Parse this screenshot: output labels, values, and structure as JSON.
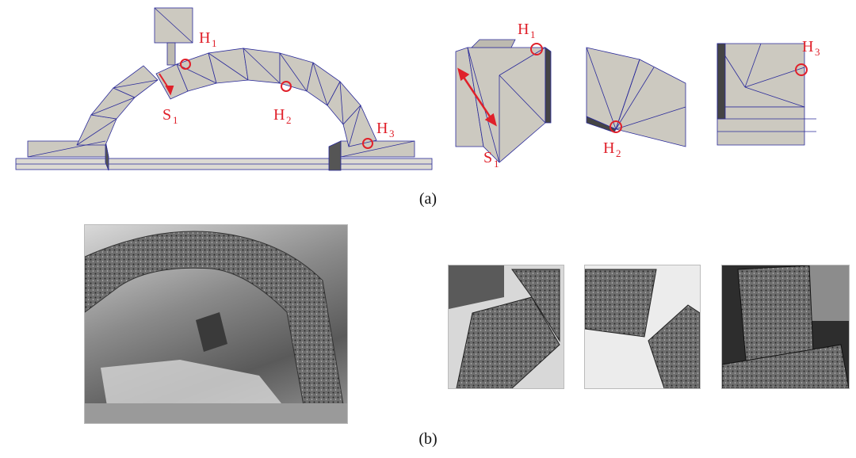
{
  "figure": {
    "caption_a": "(a)",
    "caption_b": "(b)"
  },
  "labels": {
    "H1": {
      "main": "H",
      "sub": "1"
    },
    "H2": {
      "main": "H",
      "sub": "2"
    },
    "H3": {
      "main": "H",
      "sub": "3"
    },
    "S1": {
      "main": "S",
      "sub": "1"
    }
  },
  "colors": {
    "block_fill": "#ccc9c0",
    "mesh_line": "#2a2a9a",
    "annotation": "#e0202a"
  }
}
